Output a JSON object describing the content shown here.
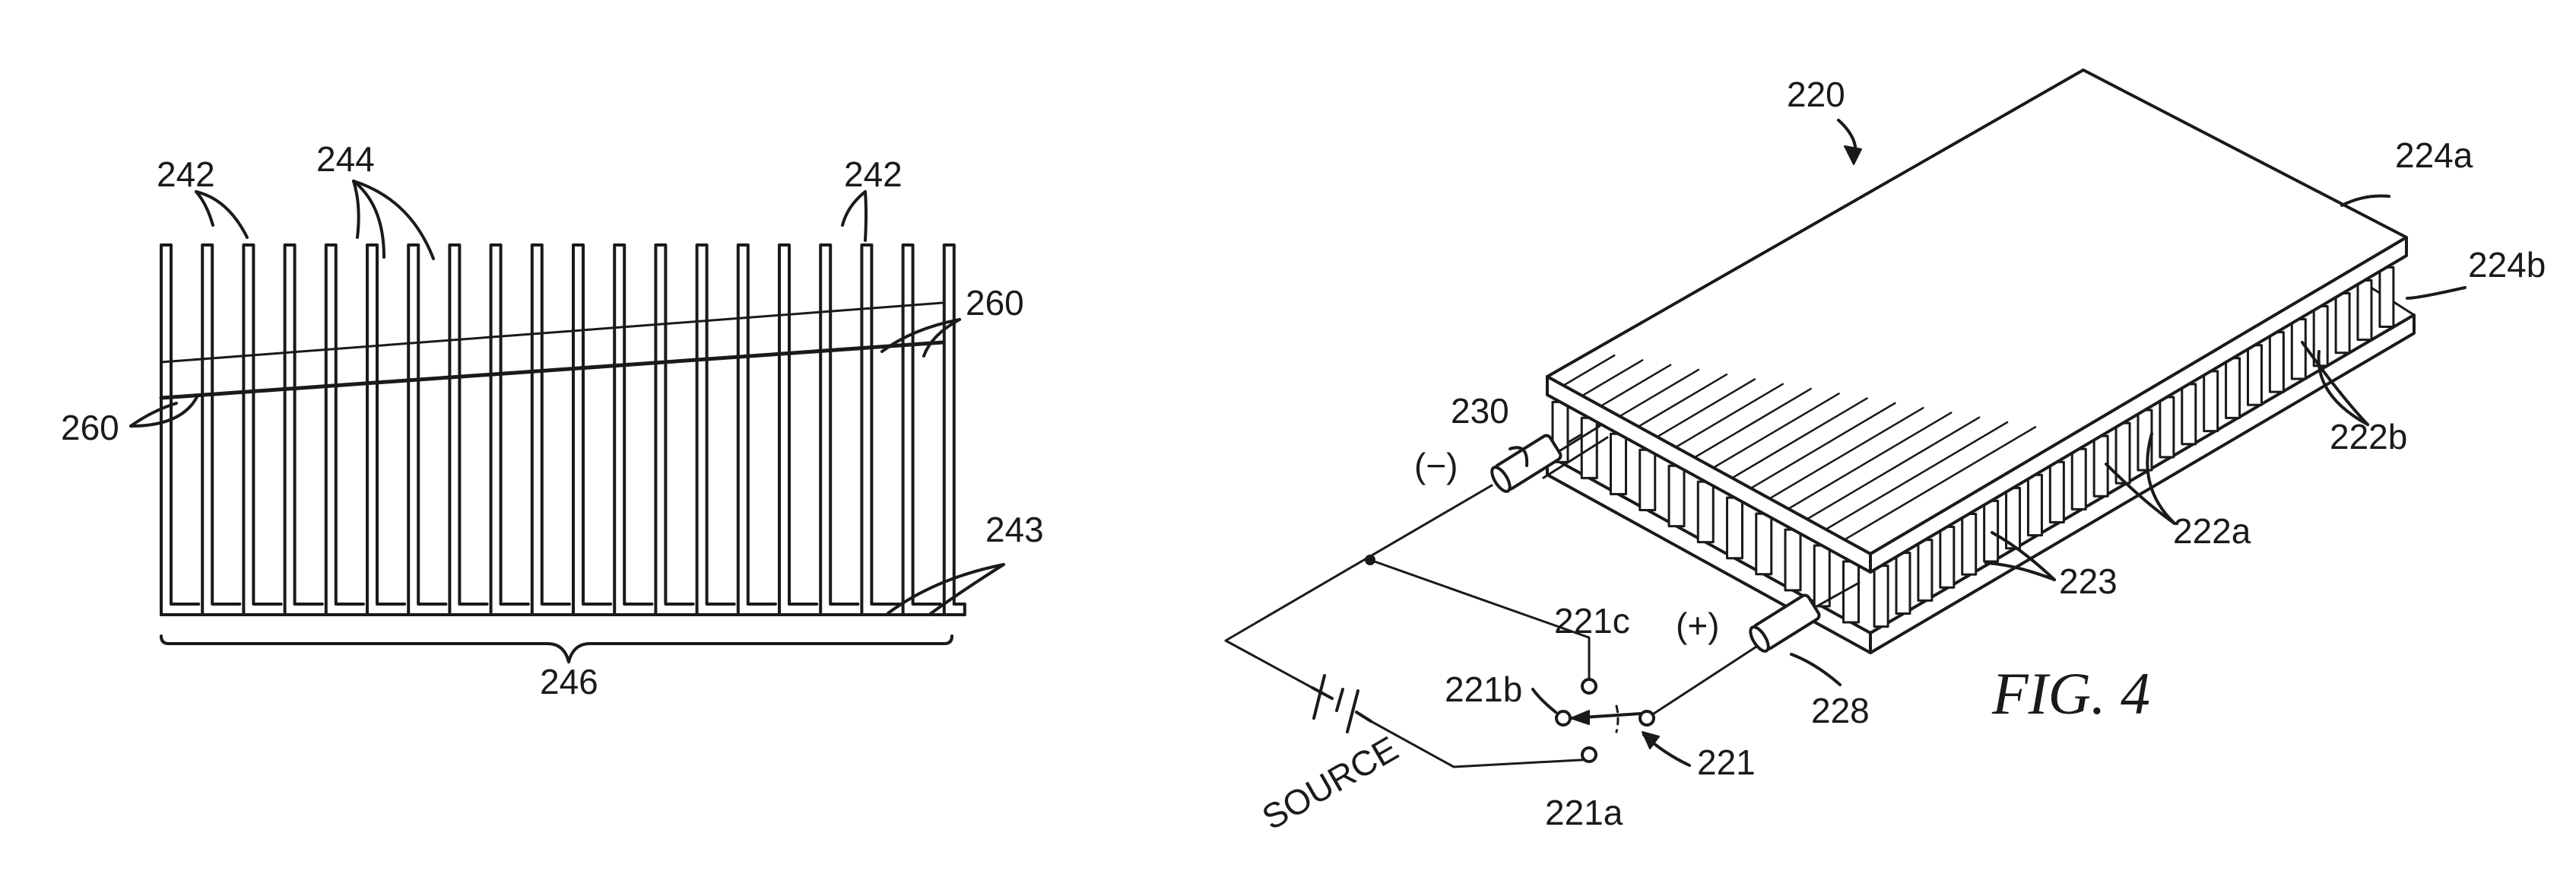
{
  "figure_title": "FIG. 4",
  "heat_sink": {
    "fin_count": 20,
    "labels": {
      "fins_top_left": "242",
      "slots": "244",
      "fins_top_right": "242",
      "grooves_right": "260",
      "grooves_left": "260",
      "base_ends": "243",
      "base": "246"
    }
  },
  "module": {
    "labels": {
      "assembly": "220",
      "top_plate": "224a",
      "bottom_plate": "224b",
      "elements_b": "222b",
      "elements_a": "222a",
      "junction": "223",
      "neg_lead": "230",
      "neg_sign": "(−)",
      "pos_sign": "(+)",
      "pos_lead": "228",
      "switch": "221",
      "contact_c": "221c",
      "contact_b": "221b",
      "contact_a": "221a",
      "source": "SOURCE"
    }
  },
  "colors": {
    "ink": "#1a1a1a",
    "paper": "#ffffff"
  }
}
